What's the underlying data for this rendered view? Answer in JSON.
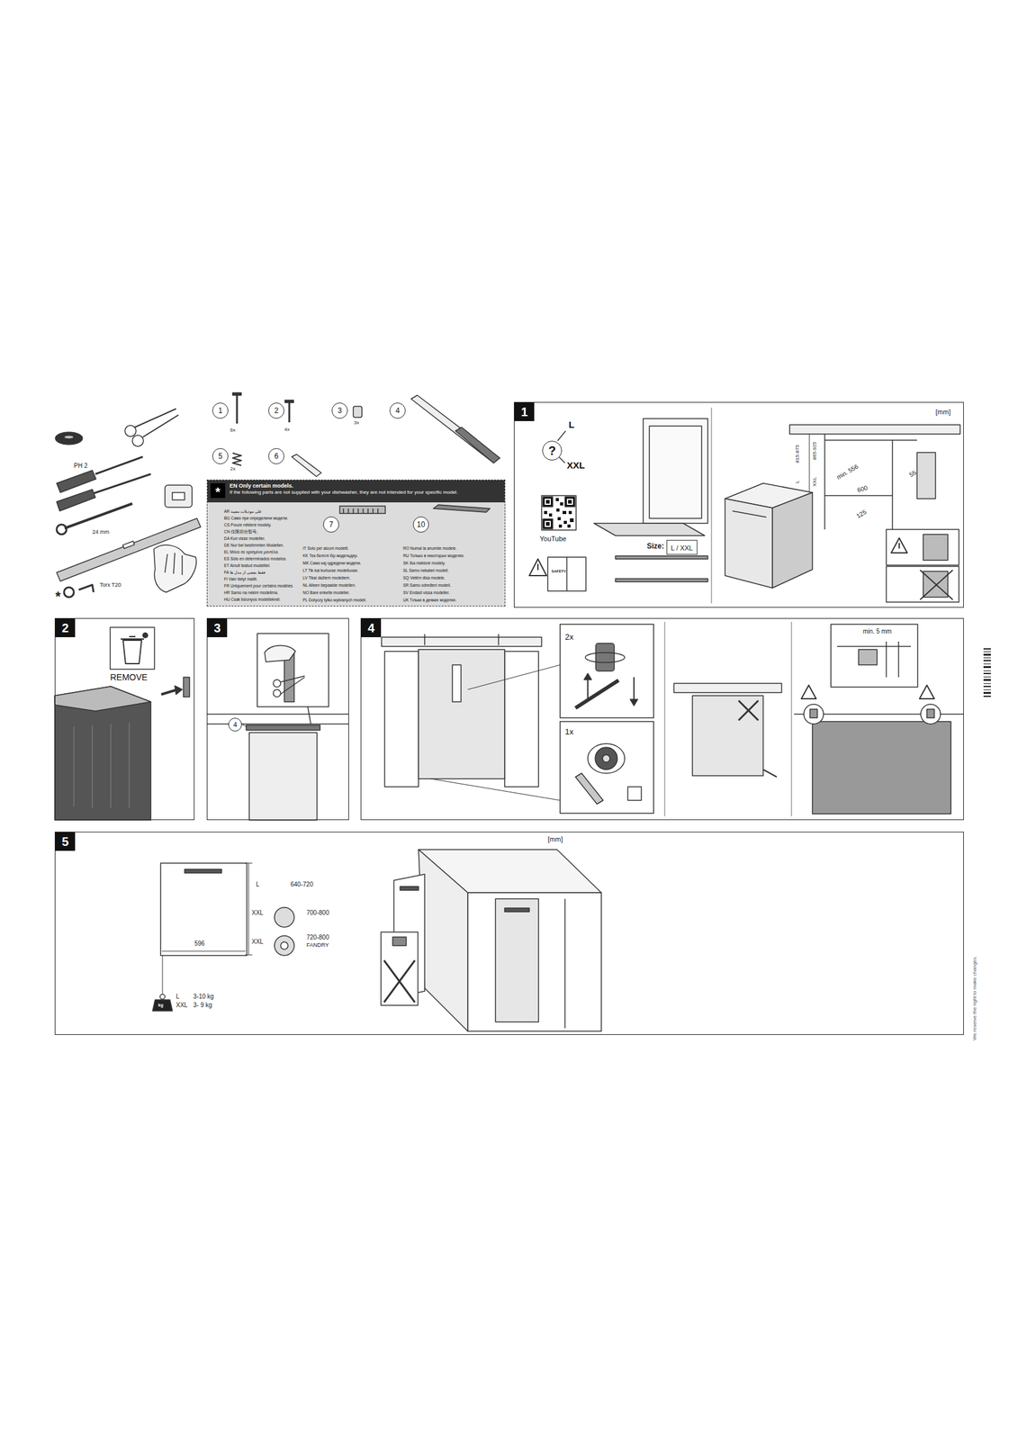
{
  "diagram": {
    "nodes": [
      {
        "text": [
          "1"
        ]
      },
      {
        "text": [
          "2"
        ]
      },
      {
        "text": [
          "3"
        ]
      },
      {
        "text": [
          "4"
        ]
      },
      {
        "text": [
          "5"
        ]
      },
      {
        "text": [
          "*",
          "EN Only certain models.",
          "If the following parts are not supplied with your dishwasher, they are not intended for your specific model."
        ]
      },
      {
        "text": [
          "1"
        ]
      },
      {
        "text": [
          "2"
        ]
      },
      {
        "text": [
          "3"
        ]
      },
      {
        "text": [
          "4"
        ]
      },
      {
        "text": [
          "5"
        ]
      },
      {
        "text": [
          "6"
        ]
      },
      {
        "text": [
          "7"
        ],
        "in": 5
      },
      {
        "text": [
          "10"
        ],
        "in": 5
      },
      {
        "text": [
          "?"
        ],
        "in": 0
      },
      {
        "text": [
          "Size:",
          "L / XXL"
        ],
        "in": 0
      },
      {
        "text": [
          "4"
        ],
        "in": 2
      }
    ],
    "labels": [
      "PH 2",
      "24 mm",
      "Torx T20",
      "*",
      "6x",
      "4x",
      "3x",
      "2x",
      "AR على موديلات معينة",
      "BG Само при определени модели.",
      "CS Pouze některé modely.",
      "CN 仅限部分型号。",
      "DA Kun visse modeller.",
      "DE Nur bei bestimmten Modellen.",
      "EL Μόνο σε ορισμένα μοντέλα.",
      "ES Sólo en determinados modelos.",
      "ET Ainult teatud mudelitel.",
      "FA فقط بعضی از مدل ها",
      "FI Vain tietyt mallit.",
      "FR Uniquement pour certains modèles.",
      "HR Samo na nekim modelima.",
      "HU Csak bizonyos modelleknél.",
      "IT Solo per alcuni modelli.",
      "KK Тек белгілі бір модельдер.",
      "MK Само кај одредени модели.",
      "LT Tik kai kuriuose modeliuose.",
      "LV Tikai dažiem modeļiem.",
      "NL Alleen bepaalde modellen.",
      "NO Bare enkelte modeller.",
      "PL Dotyczy tylko wybranych modeli.",
      "RO Numai la anumite modele.",
      "RU Только в некоторых моделях.",
      "SK Iba niektoré modely.",
      "SL Samo nekateri modeli.",
      "SQ Vetëm disa modele.",
      "SR Samo određeni modeli.",
      "SV Endast vissa modeller.",
      "UK Тільки в деяких моделях.",
      "L",
      "XXL",
      "YouTube",
      "SAFETY",
      "[mm]",
      "815-875",
      "L",
      "865-925",
      "XXL",
      "min. 556",
      "600",
      "125",
      "55",
      "REMOVE",
      "2x",
      "1x",
      "min. 5 mm",
      "[mm]",
      "L",
      "640-720",
      "XXL",
      "700-800",
      "XXL",
      "720-800",
      "FANDRY",
      "596",
      "L",
      "3-10 kg",
      "XXL",
      "3- 9 kg",
      "kg",
      "We reserve the right to make changes."
    ]
  }
}
